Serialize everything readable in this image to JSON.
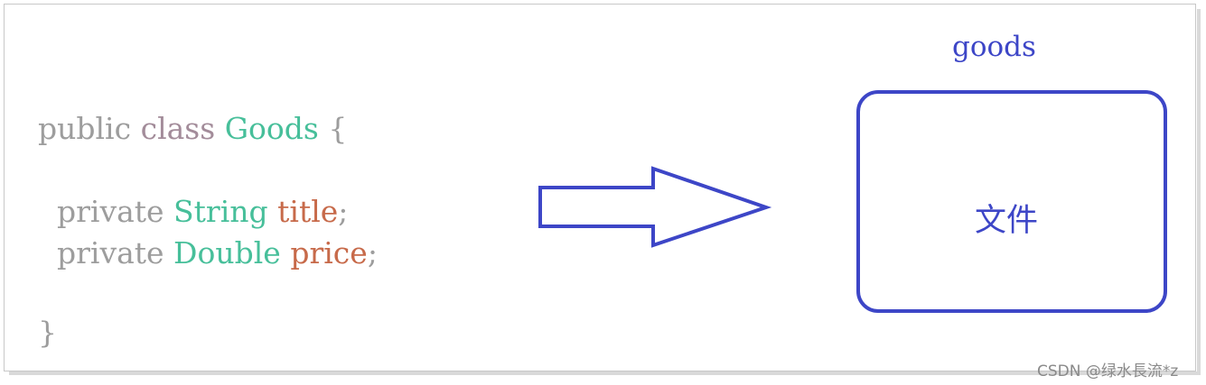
{
  "code": {
    "line1": {
      "kw1": "public",
      "kw2": "class",
      "name": "Goods",
      "brace": "{"
    },
    "line2": {
      "mod": "private",
      "type": "String",
      "field": "title",
      "semi": ";"
    },
    "line3": {
      "mod": "private",
      "type": "Double",
      "field": "price",
      "semi": ";"
    },
    "close": "}"
  },
  "target": {
    "label": "goods",
    "box_text": "文件"
  },
  "watermark": "CSDN @绿水長流*z",
  "colors": {
    "accent_blue": "#3d46c7",
    "keyword_gray": "#9d9d9d",
    "class_keyword": "#a38c9a",
    "type_green": "#47bf9a",
    "field_orange": "#c76a4a"
  }
}
